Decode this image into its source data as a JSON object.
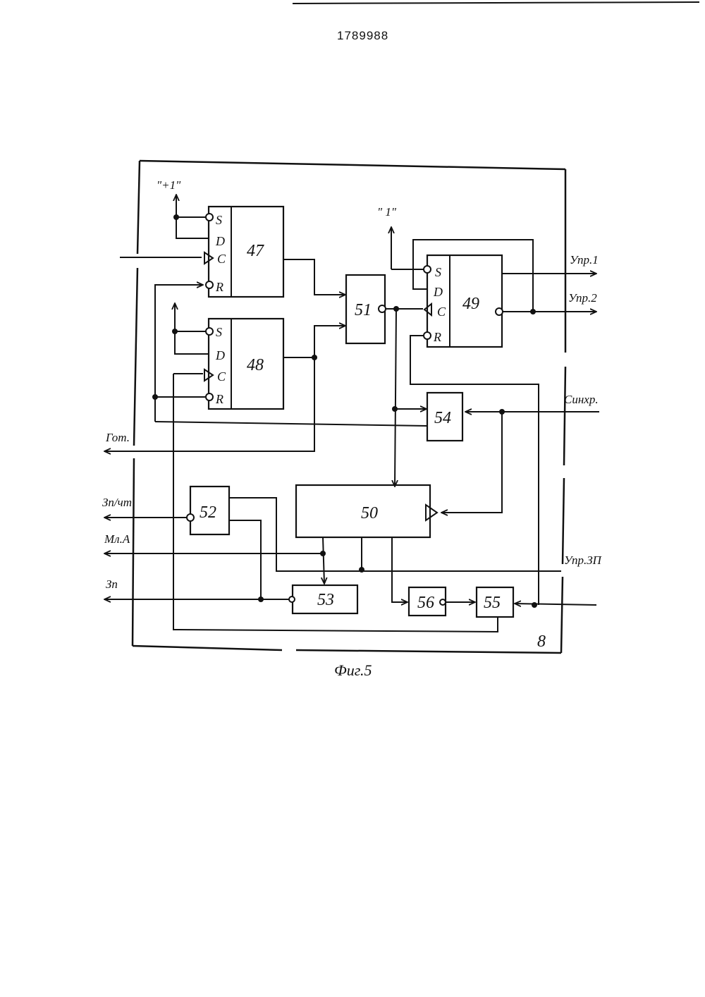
{
  "patent_number": "1789988",
  "figure_caption": "Фиг.5",
  "unit_number": "8",
  "blocks": {
    "b47": "47",
    "b48": "48",
    "b49": "49",
    "b50": "50",
    "b51": "51",
    "b52": "52",
    "b53": "53",
    "b54": "54",
    "b55": "55",
    "b56": "56"
  },
  "pins": {
    "s": "S",
    "d": "D",
    "c": "C",
    "r": "R"
  },
  "signals": {
    "plus_one": "\"+1\"",
    "one": "\" 1\"",
    "upr1": "Упр.1",
    "upr2": "Упр.2",
    "sinhr": "Синхр.",
    "got": "Гот.",
    "zp_cht": "Зп/чт",
    "ml_a": "Мл.А",
    "upr_zp": "Упр.ЗП",
    "zp": "Зп"
  }
}
